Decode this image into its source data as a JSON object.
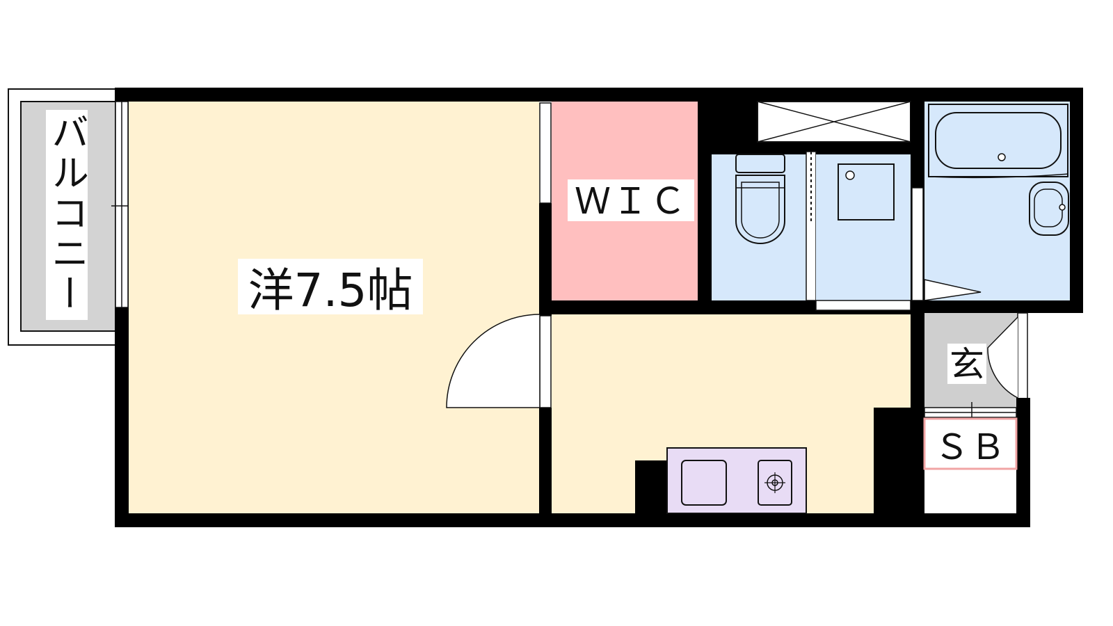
{
  "labels": {
    "balcony": "バルコニー",
    "western_room": "洋7.5帖",
    "wic": "ＷＩＣ",
    "entrance": "玄",
    "shoe_box": "ＳＢ"
  },
  "colors": {
    "wall": "#000000",
    "room_floor": "#fff2d2",
    "wic": "#ffbfbf",
    "wet_area": "#d6e8fb",
    "entrance": "#cfcfcf",
    "balcony": "#d3d3d3",
    "kitchen": "#e8dcf5",
    "shoe_box_border": "#f1a4a4"
  }
}
